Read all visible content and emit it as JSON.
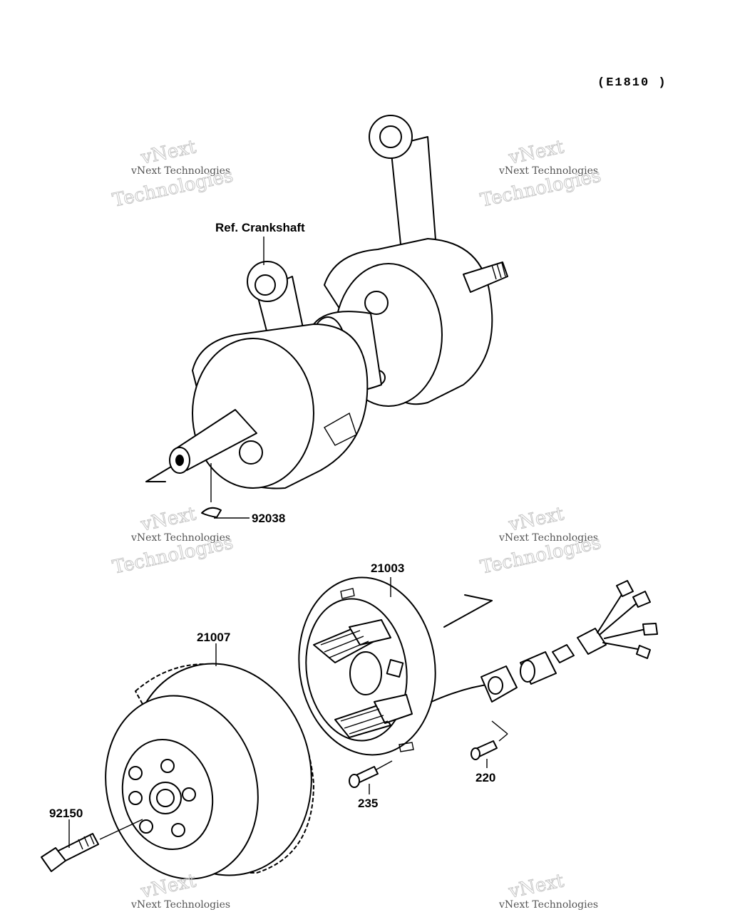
{
  "diagram": {
    "code": "(E1810 )",
    "labels": {
      "crankshaft": "Ref. Crankshaft",
      "key": "92038",
      "stator": "21003",
      "rotor": "21007",
      "rotor_bolt": "92150",
      "stator_screw": "235",
      "clamp_screw": "220"
    },
    "watermark": {
      "line1": "vNext Technologies",
      "line2": "vNext",
      "line3": "Technologies"
    }
  }
}
